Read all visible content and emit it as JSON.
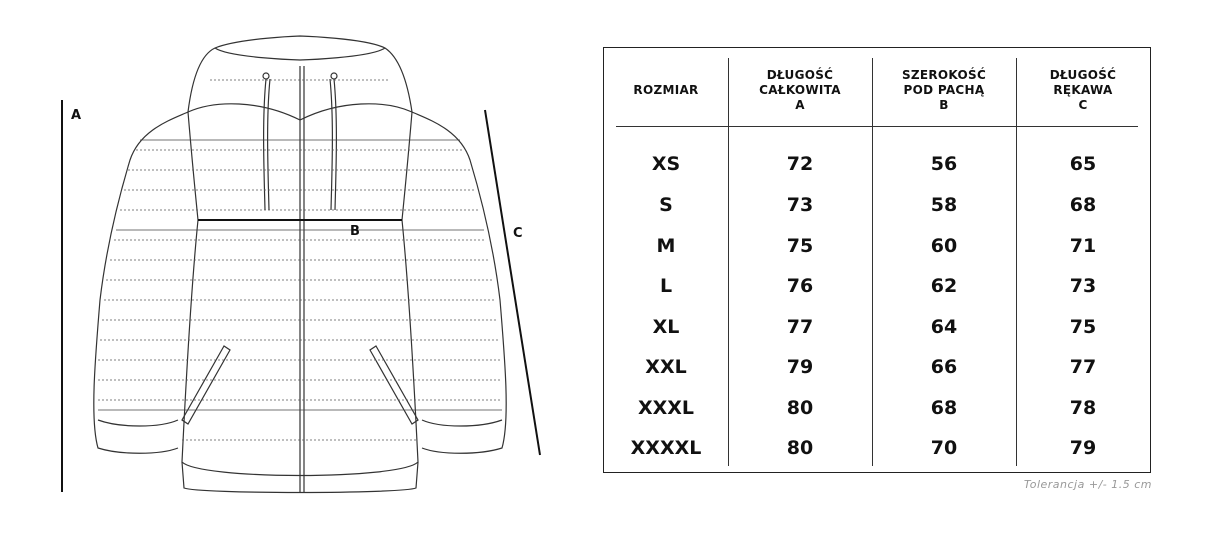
{
  "dimension_labels": {
    "a": "A",
    "b": "B",
    "c": "C"
  },
  "table": {
    "headers": [
      {
        "line1": "ROZMIAR",
        "line2": "",
        "line3": ""
      },
      {
        "line1": "DŁUGOŚĆ",
        "line2": "CAŁKOWITA",
        "line3": "A"
      },
      {
        "line1": "SZEROKOŚĆ",
        "line2": "POD PACHĄ",
        "line3": "B"
      },
      {
        "line1": "DŁUGOŚĆ",
        "line2": "RĘKAWA",
        "line3": "C"
      }
    ],
    "rows": [
      {
        "size": "XS",
        "length": "72",
        "width": "56",
        "sleeve": "65"
      },
      {
        "size": "S",
        "length": "73",
        "width": "58",
        "sleeve": "68"
      },
      {
        "size": "M",
        "length": "75",
        "width": "60",
        "sleeve": "71"
      },
      {
        "size": "L",
        "length": "76",
        "width": "62",
        "sleeve": "73"
      },
      {
        "size": "XL",
        "length": "77",
        "width": "64",
        "sleeve": "75"
      },
      {
        "size": "XXL",
        "length": "79",
        "width": "66",
        "sleeve": "77"
      },
      {
        "size": "XXXL",
        "length": "80",
        "width": "68",
        "sleeve": "78"
      },
      {
        "size": "XXXXL",
        "length": "80",
        "width": "70",
        "sleeve": "79"
      }
    ]
  },
  "tolerance_note": "Tolerancja +/- 1.5 cm"
}
